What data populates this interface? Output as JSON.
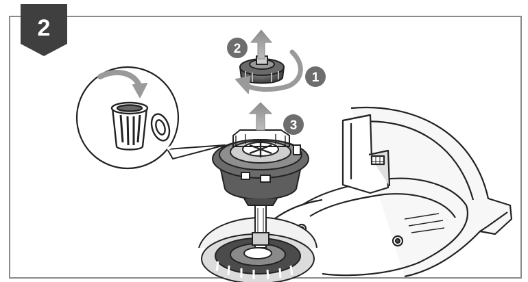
{
  "step": {
    "number": "2"
  },
  "callouts": [
    {
      "number": "1",
      "meaning": "rotate-cap"
    },
    {
      "number": "2",
      "meaning": "lift-cap"
    },
    {
      "number": "3",
      "meaning": "lift-spool"
    }
  ],
  "icons": {
    "trash": "trash-bin-icon",
    "rotate": "rotate-arrow-icon",
    "lift": "up-arrow-icon"
  },
  "colors": {
    "badge": "#3f3f3f",
    "callout": "#6d6d6d",
    "arrow": "#9a9a9a",
    "line": "#222222",
    "part_fill": "#5a5a5a",
    "frame": "#8a8a8a"
  }
}
